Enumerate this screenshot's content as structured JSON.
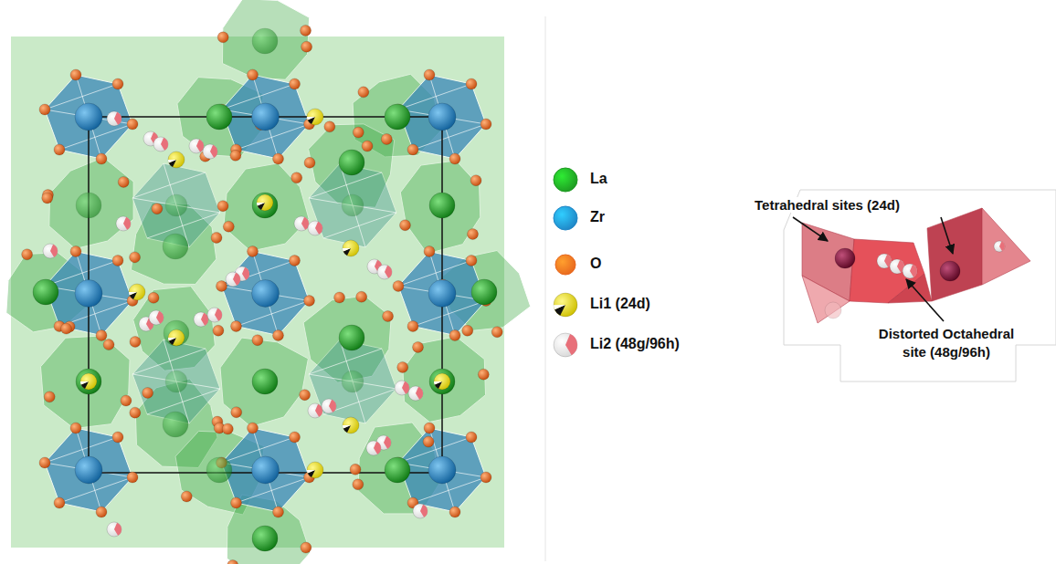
{
  "diagram": {
    "labels": [
      "Tetrahedral sites (24d)",
      "Distorted Octahedral site (48g/96h)"
    ],
    "legend": [
      {
        "text": "La",
        "color": "#1e9a22"
      },
      {
        "text": "Zr",
        "color": "#1f86c6"
      },
      {
        "text": "O",
        "color": "#e8681e"
      },
      {
        "text": "Li1 (24d)"
      },
      {
        "text": "Li2 (48g/96h)"
      }
    ]
  }
}
